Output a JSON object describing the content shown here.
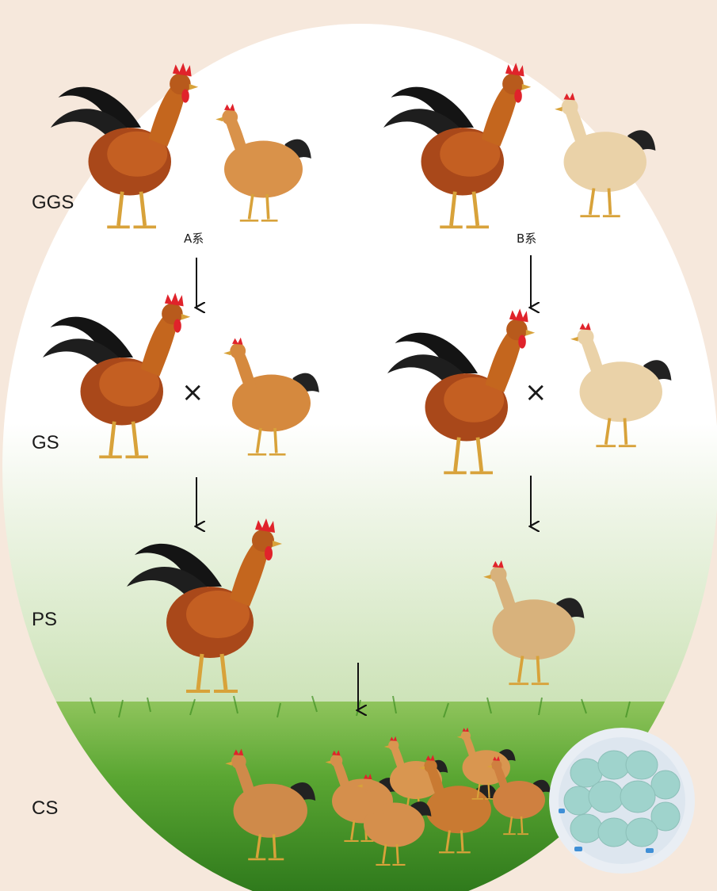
{
  "generations": {
    "ggs": "GGS",
    "gs": "GS",
    "ps": "PS",
    "cs": "CS"
  },
  "lines": {
    "a": "A系",
    "b": "B系"
  },
  "cross_symbol": "×",
  "colors": {
    "background": "#f6e8dc",
    "oval_top": "#ffffff",
    "oval_bottom": "#b9d79a",
    "grass": "#4f9a2b",
    "rooster_body": "#b5531c",
    "rooster_tail": "#141414",
    "comb": "#e0232b",
    "hen_buff": "#e8c99a",
    "hen_brown": "#c97a32",
    "egg": "#9fd3cc",
    "plate": "#e9eef4"
  },
  "icons": [
    "rooster-icon",
    "hen-icon",
    "arrow-down-icon",
    "egg-basket-icon"
  ]
}
